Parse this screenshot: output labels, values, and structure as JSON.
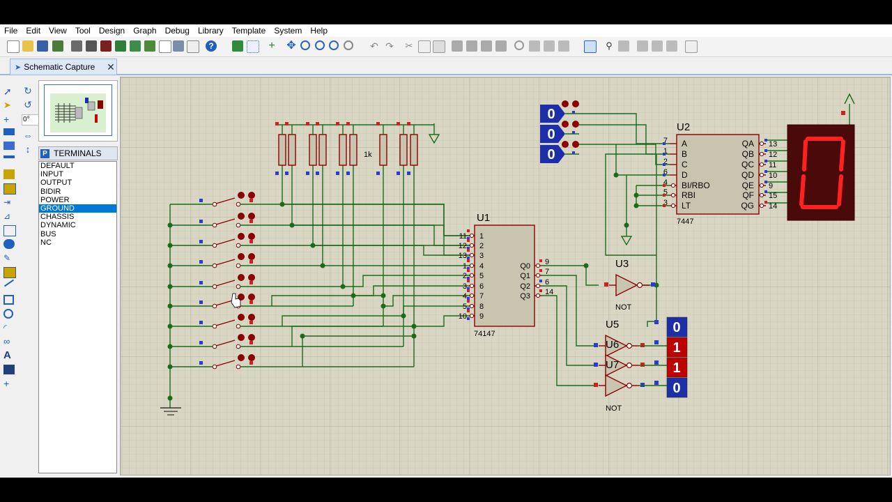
{
  "menu": [
    "File",
    "Edit",
    "View",
    "Tool",
    "Design",
    "Graph",
    "Debug",
    "Library",
    "Template",
    "System",
    "Help"
  ],
  "tab": {
    "label": "Schematic Capture",
    "close": "✕"
  },
  "rotation": {
    "angle": "0°"
  },
  "panel": {
    "button": "P",
    "title": "TERMINALS"
  },
  "terminals": [
    "DEFAULT",
    "INPUT",
    "OUTPUT",
    "BIDIR",
    "POWER",
    "GROUND",
    "CHASSIS",
    "DYNAMIC",
    "BUS",
    "NC"
  ],
  "selected_terminal": "GROUND",
  "schematic": {
    "u1": {
      "ref": "U1",
      "part": "74147",
      "left_pins": [
        "11",
        "12",
        "13",
        "1",
        "2",
        "3",
        "4",
        "5",
        "10"
      ],
      "left_names": [
        "1",
        "2",
        "3",
        "4",
        "5",
        "6",
        "7",
        "8",
        "9"
      ],
      "right_names": [
        "Q0",
        "Q1",
        "Q2",
        "Q3"
      ],
      "right_pins": [
        "9",
        "7",
        "6",
        "14"
      ]
    },
    "u2": {
      "ref": "U2",
      "part": "7447",
      "left_names": [
        "A",
        "B",
        "C",
        "D",
        "BI/RBO",
        "RBI",
        "LT"
      ],
      "left_pins": [
        "7",
        "1",
        "2",
        "6",
        "4",
        "5",
        "3"
      ],
      "right_names": [
        "QA",
        "QB",
        "QC",
        "QD",
        "QE",
        "QF",
        "QG"
      ],
      "right_pins": [
        "13",
        "12",
        "11",
        "10",
        "9",
        "15",
        "14"
      ]
    },
    "u3": {
      "ref": "U3",
      "part": "NOT"
    },
    "u5": {
      "ref": "U5"
    },
    "u6": {
      "ref": "U6"
    },
    "u7": {
      "ref": "U7",
      "part": "NOT"
    },
    "resistor_value": "1k",
    "logic_inputs": [
      "0",
      "0",
      "0"
    ],
    "logic_probes": [
      "0",
      "1",
      "1",
      "0"
    ],
    "seven_segment": "0"
  },
  "colors": {
    "canvas": "#d9d7c3",
    "wire": "#1a6b1a",
    "component": "#8b0000",
    "accent": "#0078d7",
    "probe_high": "#c00000",
    "probe_low": "#1c2fa8"
  }
}
